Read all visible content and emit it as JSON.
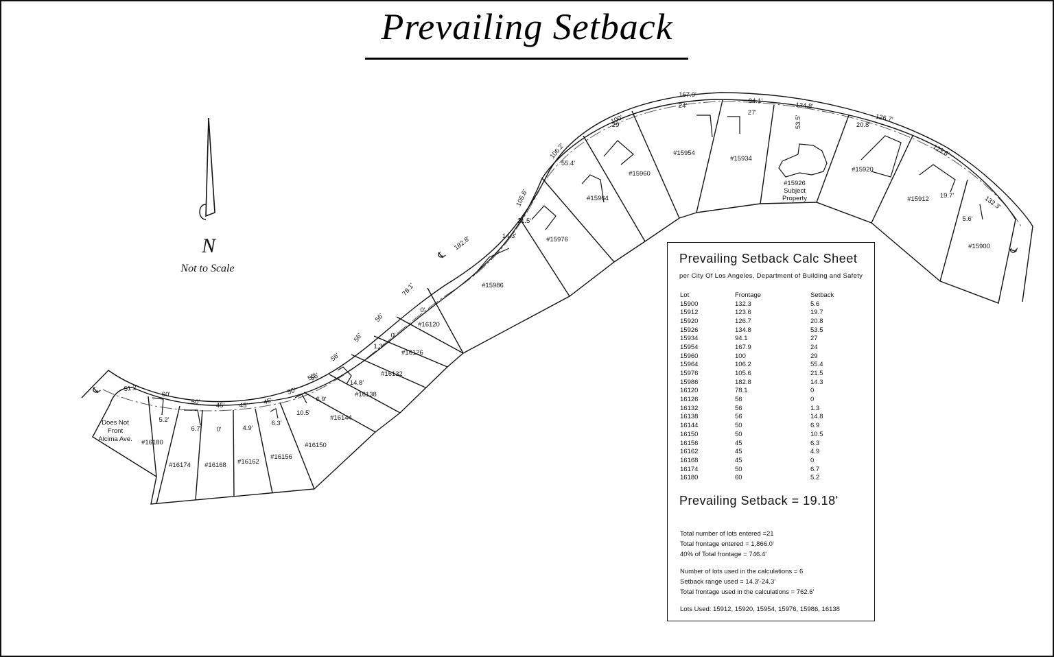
{
  "title": "Prevailing Setback",
  "north": {
    "letter": "N",
    "note": "Not to Scale"
  },
  "centerline_symbol": "℄",
  "subject": {
    "label": "#15926",
    "line2": "Subject",
    "line3": "Property"
  },
  "no_front": [
    "Does Not",
    "Front",
    "Alcima Ave."
  ],
  "lots": [
    {
      "num": "#15900",
      "frontage": "132.3'",
      "setback": "5.6'"
    },
    {
      "num": "#15912",
      "frontage": "123.6'",
      "setback": "19.7'"
    },
    {
      "num": "#15920",
      "frontage": "126.7'",
      "setback": "20.8'"
    },
    {
      "num": "#15926",
      "frontage": "134.8'",
      "setback": "53.5'"
    },
    {
      "num": "#15934",
      "frontage": "94.1'",
      "setback": "27'"
    },
    {
      "num": "#15954",
      "frontage": "167.9'",
      "setback": "24'"
    },
    {
      "num": "#15960",
      "frontage": "100'",
      "setback": "29'"
    },
    {
      "num": "#15964",
      "frontage": "106.2'",
      "setback": "55.4'"
    },
    {
      "num": "#15976",
      "frontage": "105.6'",
      "setback": "21.5'"
    },
    {
      "num": "#15986",
      "frontage": "182.8'",
      "setback": "14.3'"
    },
    {
      "num": "#16120",
      "frontage": "78.1'",
      "setback": "0'"
    },
    {
      "num": "#16126",
      "frontage": "56'",
      "setback": "0'"
    },
    {
      "num": "#16132",
      "frontage": "56'",
      "setback": "1.3'"
    },
    {
      "num": "#16138",
      "frontage": "56'",
      "setback": "14.8'"
    },
    {
      "num": "#16144",
      "frontage": "56'",
      "setback": "6.9'"
    },
    {
      "num": "#16150",
      "frontage": "50'",
      "setback": "10.5'"
    },
    {
      "num": "#16156",
      "frontage": "45'",
      "setback": "6.3'"
    },
    {
      "num": "#16162",
      "frontage": "45'",
      "setback": "4.9'"
    },
    {
      "num": "#16168",
      "frontage": "45'",
      "setback": "0'"
    },
    {
      "num": "#16174",
      "frontage": "50'",
      "setback": "6.7'"
    },
    {
      "num": "#16180",
      "frontage": "60'",
      "setback": "5.2'"
    }
  ],
  "extra_frontage": [
    "51.2'",
    "50'"
  ],
  "calc": {
    "title": "Prevailing Setback Calc Sheet",
    "subtitle": "per City Of Los Angeles, Department of Building and Safety",
    "headers": [
      "Lot",
      "Frontage",
      "Setback"
    ],
    "rows": [
      [
        "15900",
        "132.3",
        "5.6"
      ],
      [
        "15912",
        "123.6",
        "19.7"
      ],
      [
        "15920",
        "126.7",
        "20.8"
      ],
      [
        "15926",
        "134.8",
        "53.5"
      ],
      [
        "15934",
        "94.1",
        "27"
      ],
      [
        "15954",
        "167.9",
        "24"
      ],
      [
        "15960",
        "100",
        "29"
      ],
      [
        "15964",
        "106.2",
        "55.4"
      ],
      [
        "15976",
        "105.6",
        "21.5"
      ],
      [
        "15986",
        "182.8",
        "14.3"
      ],
      [
        "16120",
        "78.1",
        "0"
      ],
      [
        "16126",
        "56",
        "0"
      ],
      [
        "16132",
        "56",
        "1.3"
      ],
      [
        "16138",
        "56",
        "14.8"
      ],
      [
        "16144",
        "50",
        "6.9"
      ],
      [
        "16150",
        "50",
        "10.5"
      ],
      [
        "16156",
        "45",
        "6.3"
      ],
      [
        "16162",
        "45",
        "4.9"
      ],
      [
        "16168",
        "45",
        "0"
      ],
      [
        "16174",
        "50",
        "6.7"
      ],
      [
        "16180",
        "60",
        "5.2"
      ]
    ],
    "result": "Prevailing Setback = 19.18'",
    "stats1": [
      "Total number of lots entered =21",
      "Total frontage entered = 1,866.0'",
      "40% of Total frontage = 746.4'"
    ],
    "stats2": [
      "Number of lots used in the calculations = 6",
      "Setback range used = 14.3'-24.3'",
      "Total frontage used in the calculations = 762.6'"
    ],
    "lots_used": "Lots Used: 15912, 15920, 15954, 15976, 15986, 16138"
  }
}
